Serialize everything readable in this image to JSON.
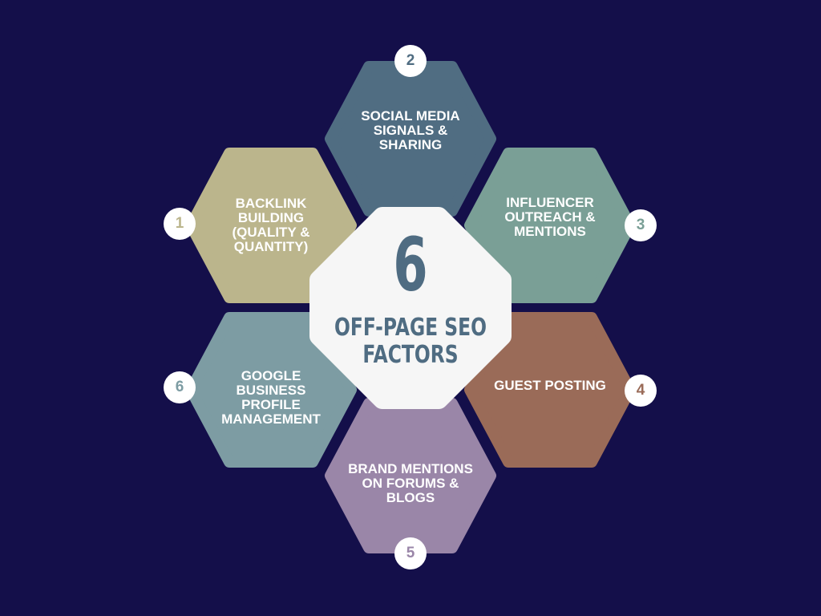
{
  "center": {
    "number": "6",
    "title": "OFF-PAGE SEO FACTORS"
  },
  "factors": [
    {
      "number": "1",
      "label": "BACKLINK BUILDING (QUALITY & QUANTITY)",
      "color": "#bbb58c"
    },
    {
      "number": "2",
      "label": "SOCIAL MEDIA SIGNALS & SHARING",
      "color": "#506d82"
    },
    {
      "number": "3",
      "label": "INFLUENCER OUTREACH & MENTIONS",
      "color": "#7a9f96"
    },
    {
      "number": "4",
      "label": "GUEST POSTING",
      "color": "#9a6b58"
    },
    {
      "number": "5",
      "label": "BRAND MENTIONS ON FORUMS & BLOGS",
      "color": "#9a86a8"
    },
    {
      "number": "6",
      "label": "GOOGLE BUSINESS PROFILE MANAGEMENT",
      "color": "#7d9ca3"
    }
  ],
  "colors": {
    "background": "#140f4a",
    "center": "#f6f6f6",
    "center_text": "#4f6c82"
  }
}
